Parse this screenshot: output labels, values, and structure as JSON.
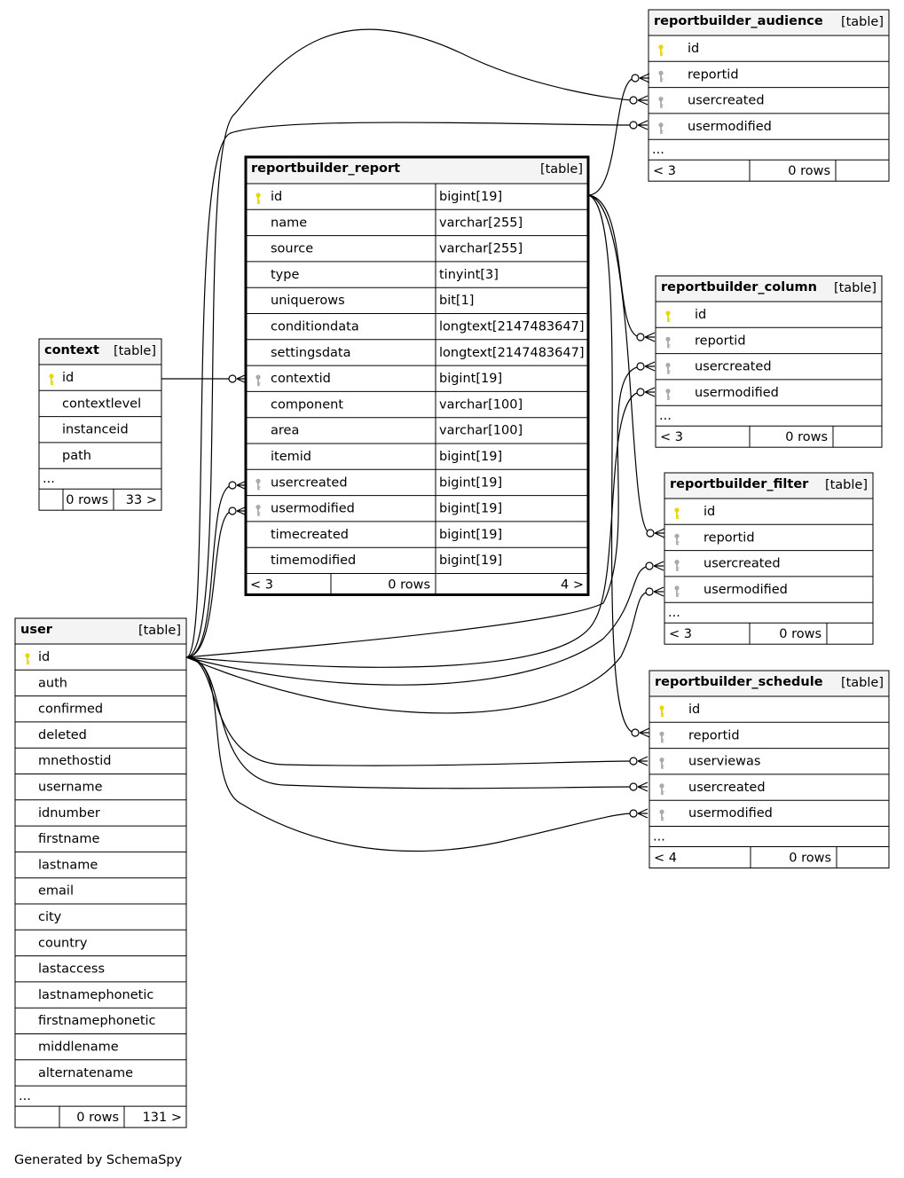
{
  "footer": "Generated by SchemaSpy",
  "type_tag": "[table]",
  "colors": {
    "primary_key": "#e6d800",
    "foreign_key": "#aaaaaa",
    "header_bg": "#f4f4f4"
  },
  "icons": {
    "primary": "primary-key-icon",
    "foreign": "foreign-key-icon"
  },
  "tables": {
    "audience": {
      "name": "reportbuilder_audience",
      "columns": [
        {
          "name": "id",
          "key": "pk"
        },
        {
          "name": "reportid",
          "key": "fk"
        },
        {
          "name": "usercreated",
          "key": "fk"
        },
        {
          "name": "usermodified",
          "key": "fk"
        }
      ],
      "more": "...",
      "stats": [
        "< 3",
        "0 rows",
        ""
      ]
    },
    "report": {
      "name": "reportbuilder_report",
      "columns": [
        {
          "name": "id",
          "type": "bigint[19]",
          "key": "pk"
        },
        {
          "name": "name",
          "type": "varchar[255]",
          "key": ""
        },
        {
          "name": "source",
          "type": "varchar[255]",
          "key": ""
        },
        {
          "name": "type",
          "type": "tinyint[3]",
          "key": ""
        },
        {
          "name": "uniquerows",
          "type": "bit[1]",
          "key": ""
        },
        {
          "name": "conditiondata",
          "type": "longtext[2147483647]",
          "key": ""
        },
        {
          "name": "settingsdata",
          "type": "longtext[2147483647]",
          "key": ""
        },
        {
          "name": "contextid",
          "type": "bigint[19]",
          "key": "fk"
        },
        {
          "name": "component",
          "type": "varchar[100]",
          "key": ""
        },
        {
          "name": "area",
          "type": "varchar[100]",
          "key": ""
        },
        {
          "name": "itemid",
          "type": "bigint[19]",
          "key": ""
        },
        {
          "name": "usercreated",
          "type": "bigint[19]",
          "key": "fk"
        },
        {
          "name": "usermodified",
          "type": "bigint[19]",
          "key": "fk"
        },
        {
          "name": "timecreated",
          "type": "bigint[19]",
          "key": ""
        },
        {
          "name": "timemodified",
          "type": "bigint[19]",
          "key": ""
        }
      ],
      "stats": [
        "< 3",
        "0 rows",
        "4 >"
      ]
    },
    "context": {
      "name": "context",
      "columns": [
        {
          "name": "id",
          "key": "pk"
        },
        {
          "name": "contextlevel",
          "key": ""
        },
        {
          "name": "instanceid",
          "key": ""
        },
        {
          "name": "path",
          "key": ""
        }
      ],
      "more": "...",
      "stats": [
        "",
        "0 rows",
        "33 >"
      ]
    },
    "column": {
      "name": "reportbuilder_column",
      "columns": [
        {
          "name": "id",
          "key": "pk"
        },
        {
          "name": "reportid",
          "key": "fk"
        },
        {
          "name": "usercreated",
          "key": "fk"
        },
        {
          "name": "usermodified",
          "key": "fk"
        }
      ],
      "more": "...",
      "stats": [
        "< 3",
        "0 rows",
        ""
      ]
    },
    "filter": {
      "name": "reportbuilder_filter",
      "columns": [
        {
          "name": "id",
          "key": "pk"
        },
        {
          "name": "reportid",
          "key": "fk"
        },
        {
          "name": "usercreated",
          "key": "fk"
        },
        {
          "name": "usermodified",
          "key": "fk"
        }
      ],
      "more": "...",
      "stats": [
        "< 3",
        "0 rows",
        ""
      ]
    },
    "schedule": {
      "name": "reportbuilder_schedule",
      "columns": [
        {
          "name": "id",
          "key": "pk"
        },
        {
          "name": "reportid",
          "key": "fk"
        },
        {
          "name": "userviewas",
          "key": "fk"
        },
        {
          "name": "usercreated",
          "key": "fk"
        },
        {
          "name": "usermodified",
          "key": "fk"
        }
      ],
      "more": "...",
      "stats": [
        "< 4",
        "0 rows",
        ""
      ]
    },
    "user": {
      "name": "user",
      "columns": [
        {
          "name": "id",
          "key": "pk"
        },
        {
          "name": "auth",
          "key": ""
        },
        {
          "name": "confirmed",
          "key": ""
        },
        {
          "name": "deleted",
          "key": ""
        },
        {
          "name": "mnethostid",
          "key": ""
        },
        {
          "name": "username",
          "key": ""
        },
        {
          "name": "idnumber",
          "key": ""
        },
        {
          "name": "firstname",
          "key": ""
        },
        {
          "name": "lastname",
          "key": ""
        },
        {
          "name": "email",
          "key": ""
        },
        {
          "name": "city",
          "key": ""
        },
        {
          "name": "country",
          "key": ""
        },
        {
          "name": "lastaccess",
          "key": ""
        },
        {
          "name": "lastnamephonetic",
          "key": ""
        },
        {
          "name": "firstnamephonetic",
          "key": ""
        },
        {
          "name": "middlename",
          "key": ""
        },
        {
          "name": "alternatename",
          "key": ""
        }
      ],
      "more": "...",
      "stats": [
        "",
        "0 rows",
        "131 >"
      ]
    }
  }
}
